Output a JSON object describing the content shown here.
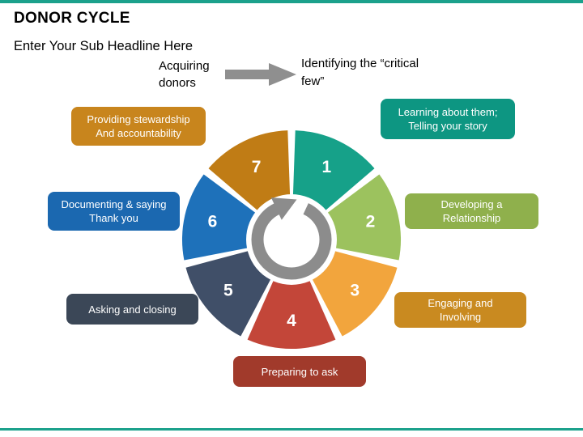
{
  "slide": {
    "title": "DONOR CYCLE",
    "subtitle": "Enter Your Sub Headline Here",
    "accent_color": "#1ba18c"
  },
  "flow": {
    "from_lines": [
      "Acquiring",
      "donors"
    ],
    "to_lines": [
      "Identifying the “critical",
      "few”"
    ],
    "arrow_color": "#8f8f8f"
  },
  "cycle": {
    "center_arrow_color": "#8c8c8c",
    "segments": [
      {
        "number": "1",
        "lines": [
          "Learning about them;",
          "Telling your story"
        ],
        "wedge_color": "#16a189",
        "box_color": "#0d9682"
      },
      {
        "number": "2",
        "lines": [
          "Developing a",
          "Relationship"
        ],
        "wedge_color": "#9cc25e",
        "box_color": "#8fb04c"
      },
      {
        "number": "3",
        "lines": [
          "Engaging and",
          "Involving"
        ],
        "wedge_color": "#f2a53d",
        "box_color": "#c98a20"
      },
      {
        "number": "4",
        "lines": [
          "Preparing to ask"
        ],
        "wedge_color": "#c34639",
        "box_color": "#a13a2b"
      },
      {
        "number": "5",
        "lines": [
          "Asking and closing"
        ],
        "wedge_color": "#404f68",
        "box_color": "#3b4757"
      },
      {
        "number": "6",
        "lines": [
          "Documenting & saying",
          "Thank you"
        ],
        "wedge_color": "#1e71ba",
        "box_color": "#1b68b0"
      },
      {
        "number": "7",
        "lines": [
          "Providing stewardship",
          "And accountability"
        ],
        "wedge_color": "#c07c15",
        "box_color": "#c8851d"
      }
    ]
  }
}
